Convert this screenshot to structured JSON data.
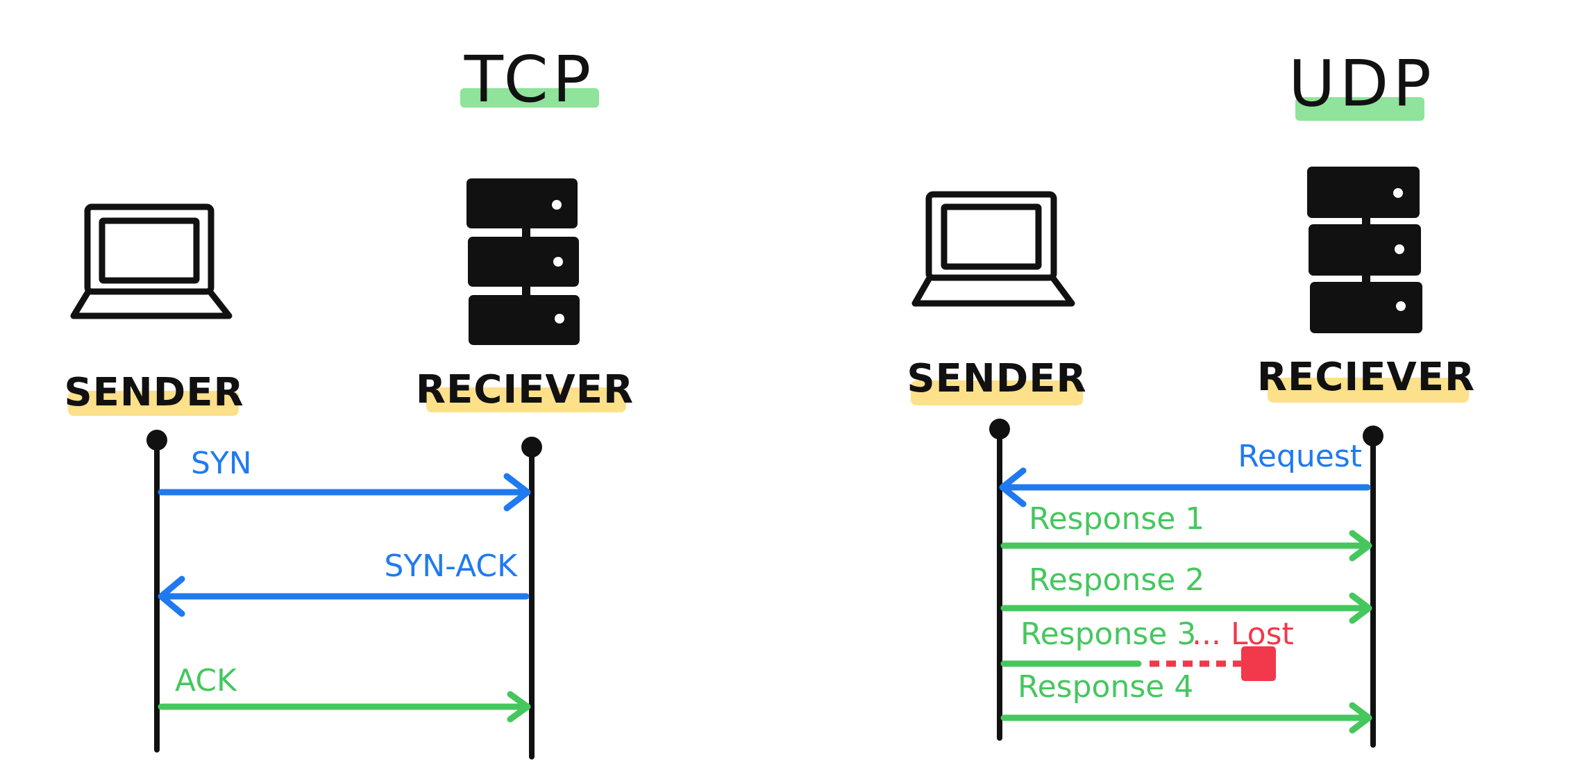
{
  "colors": {
    "ink": "#111111",
    "blue": "#1f7af0",
    "green": "#45c75e",
    "red": "#f2384b",
    "title_highlight": "#8fe39a",
    "role_highlight": "#fde08a"
  },
  "tcp": {
    "title": "TCP",
    "sender": {
      "label": "SENDER",
      "icon": "laptop-icon"
    },
    "receiver": {
      "label": "RECIEVER",
      "icon": "server-icon"
    },
    "messages": [
      {
        "label": "SYN",
        "direction": "to-receiver",
        "color": "blue"
      },
      {
        "label": "SYN-ACK",
        "direction": "to-sender",
        "color": "blue"
      },
      {
        "label": "ACK",
        "direction": "to-receiver",
        "color": "green"
      }
    ]
  },
  "udp": {
    "title": "UDP",
    "sender": {
      "label": "SENDER",
      "icon": "laptop-icon"
    },
    "receiver": {
      "label": "RECIEVER",
      "icon": "server-icon"
    },
    "messages": [
      {
        "label": "Request",
        "direction": "to-sender",
        "color": "blue"
      },
      {
        "label": "Response 1",
        "direction": "to-receiver",
        "color": "green"
      },
      {
        "label": "Response 2",
        "direction": "to-receiver",
        "color": "green"
      },
      {
        "label": "Response 3",
        "lost_label": "... Lost",
        "direction": "lost",
        "color": "green"
      },
      {
        "label": "Response 4",
        "direction": "to-receiver",
        "color": "green"
      }
    ]
  }
}
